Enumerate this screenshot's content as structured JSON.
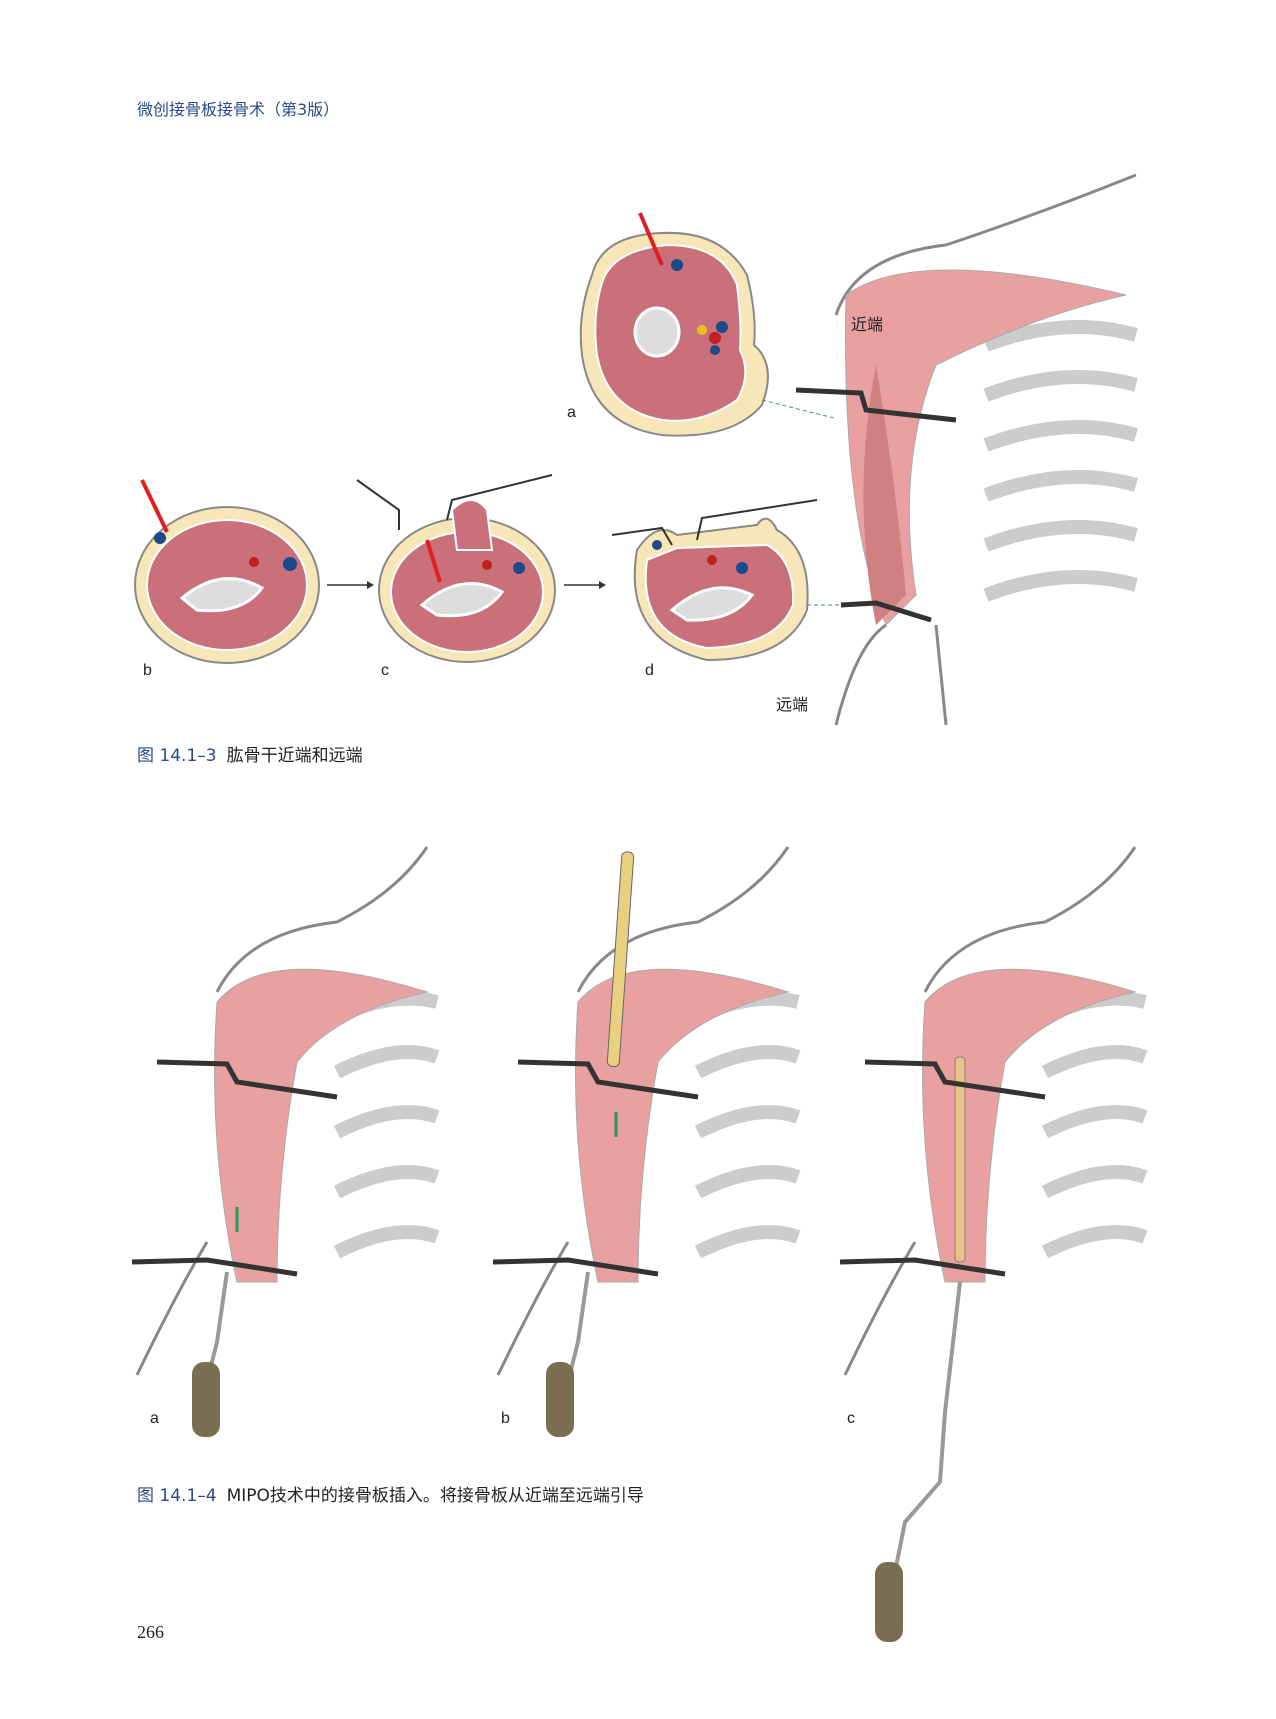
{
  "header": {
    "book_title": "微创接骨板接骨术（第3版）"
  },
  "figure_1": {
    "panel_labels": [
      "a",
      "b",
      "c",
      "d"
    ],
    "annotations": {
      "proximal": "近端",
      "distal": "远端"
    },
    "caption_number": "图 14.1–3",
    "caption_text": "肱骨干近端和远端"
  },
  "figure_2": {
    "panel_labels": [
      "a",
      "b",
      "c"
    ],
    "caption_number": "图 14.1–4",
    "caption_text": "MIPO技术中的接骨板插入。将接骨板从近端至远端引导"
  },
  "page_number": "266",
  "colors": {
    "accent_blue": "#2a4a8a",
    "muscle": "#c9707a",
    "fat": "#f7e7b8",
    "incision": "#e02020"
  }
}
